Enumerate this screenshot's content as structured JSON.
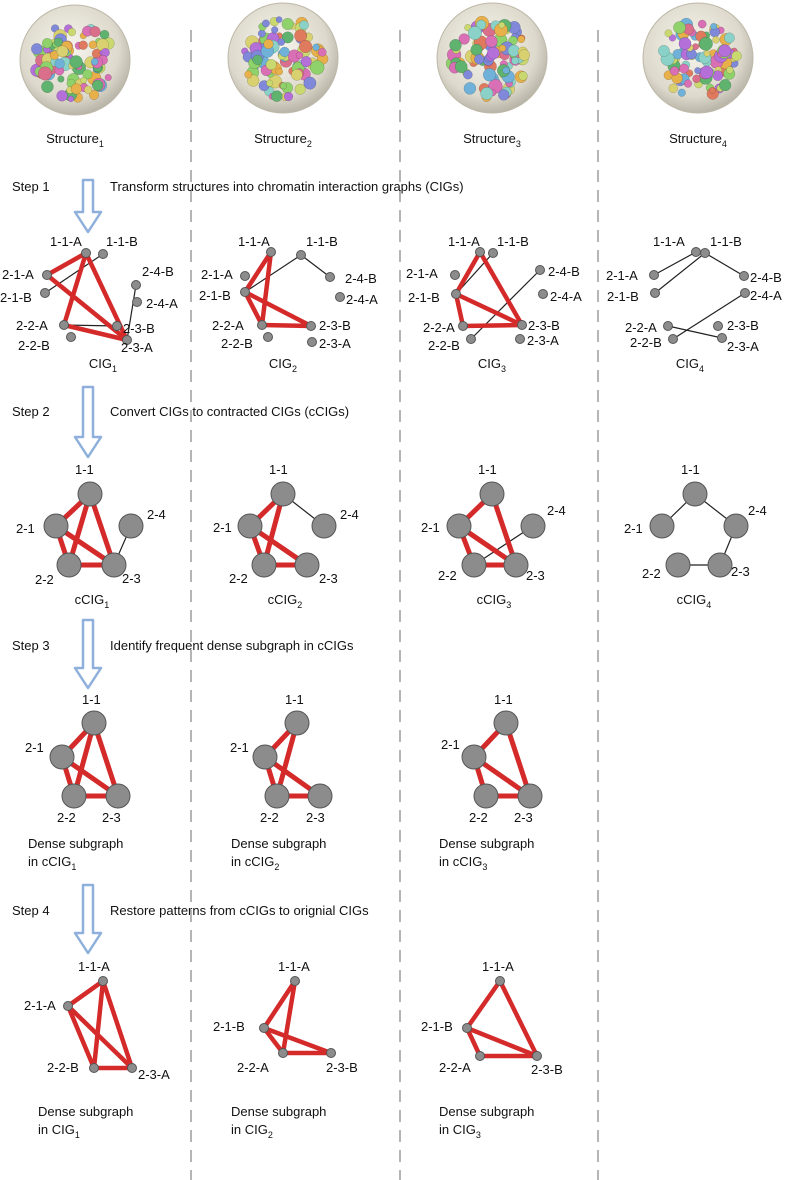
{
  "colors": {
    "node": "#8c8c8c",
    "node_stroke": "#555555",
    "dense_edge": "#d42a2a",
    "thin_edge": "#222222",
    "arrow": "#8fb0dc",
    "divider": "#b5b5b5"
  },
  "structures": [
    {
      "label": "Structure",
      "sub": "1"
    },
    {
      "label": "Structure",
      "sub": "2"
    },
    {
      "label": "Structure",
      "sub": "3"
    },
    {
      "label": "Structure",
      "sub": "4"
    }
  ],
  "steps": [
    {
      "name": "Step 1",
      "text": "Transform structures into chromatin interaction graphs (CIGs)"
    },
    {
      "name": "Step 2",
      "text": "Convert CIGs to contracted CIGs (cCIGs)"
    },
    {
      "name": "Step 3",
      "text": "Identify frequent dense subgraph in cCIGs"
    },
    {
      "name": "Step 4",
      "text": "Restore patterns from cCIGs to orignial CIGs"
    }
  ],
  "cig_node_labels": [
    "1-1-A",
    "1-1-B",
    "2-1-A",
    "2-1-B",
    "2-2-A",
    "2-2-B",
    "2-3-A",
    "2-3-B",
    "2-4-A",
    "2-4-B"
  ],
  "cig_graphs": [
    {
      "caption": "CIG",
      "sub": "1",
      "red": [
        [
          "1-1-A",
          "2-1-A"
        ],
        [
          "1-1-A",
          "2-2-A"
        ],
        [
          "1-1-A",
          "2-3-A"
        ],
        [
          "2-1-A",
          "2-3-A"
        ],
        [
          "2-2-A",
          "2-3-A"
        ]
      ],
      "black": [
        [
          "1-1-B",
          "2-1-B"
        ],
        [
          "2-2-A",
          "2-3-B"
        ],
        [
          "2-4-B",
          "2-3-A"
        ]
      ]
    },
    {
      "caption": "CIG",
      "sub": "2",
      "red": [
        [
          "1-1-A",
          "2-1-B"
        ],
        [
          "1-1-A",
          "2-2-A"
        ],
        [
          "2-1-B",
          "2-2-A"
        ],
        [
          "2-1-B",
          "2-3-B"
        ],
        [
          "2-2-A",
          "2-3-B"
        ]
      ],
      "black": [
        [
          "1-1-B",
          "2-1-B"
        ],
        [
          "1-1-B",
          "2-4-B"
        ]
      ]
    },
    {
      "caption": "CIG",
      "sub": "3",
      "red": [
        [
          "1-1-A",
          "2-1-B"
        ],
        [
          "1-1-A",
          "2-3-B"
        ],
        [
          "2-1-B",
          "2-2-A"
        ],
        [
          "2-1-B",
          "2-3-B"
        ],
        [
          "2-2-A",
          "2-3-B"
        ]
      ],
      "black": [
        [
          "1-1-B",
          "2-1-B"
        ],
        [
          "2-4-B",
          "2-2-B"
        ]
      ]
    },
    {
      "caption": "CIG",
      "sub": "4",
      "red": [],
      "black": [
        [
          "1-1-A",
          "2-1-A"
        ],
        [
          "1-1-B",
          "2-1-B"
        ],
        [
          "1-1-B",
          "2-4-B"
        ],
        [
          "2-2-A",
          "2-3-A"
        ],
        [
          "2-2-B",
          "2-4-A"
        ]
      ]
    }
  ],
  "ccig_node_labels": [
    "1-1",
    "2-1",
    "2-2",
    "2-3",
    "2-4"
  ],
  "ccig_graphs": [
    {
      "caption": "cCIG",
      "sub": "1",
      "red": [
        [
          "1-1",
          "2-1"
        ],
        [
          "1-1",
          "2-2"
        ],
        [
          "1-1",
          "2-3"
        ],
        [
          "2-1",
          "2-2"
        ],
        [
          "2-1",
          "2-3"
        ],
        [
          "2-2",
          "2-3"
        ]
      ],
      "black": [
        [
          "2-3",
          "2-4"
        ]
      ]
    },
    {
      "caption": "cCIG",
      "sub": "2",
      "red": [
        [
          "1-1",
          "2-1"
        ],
        [
          "1-1",
          "2-2"
        ],
        [
          "2-1",
          "2-2"
        ],
        [
          "2-1",
          "2-3"
        ],
        [
          "2-2",
          "2-3"
        ]
      ],
      "black": [
        [
          "1-1",
          "2-4"
        ]
      ]
    },
    {
      "caption": "cCIG",
      "sub": "3",
      "red": [
        [
          "1-1",
          "2-1"
        ],
        [
          "1-1",
          "2-3"
        ],
        [
          "2-1",
          "2-2"
        ],
        [
          "2-1",
          "2-3"
        ],
        [
          "2-2",
          "2-3"
        ]
      ],
      "black": [
        [
          "2-4",
          "2-2"
        ]
      ]
    },
    {
      "caption": "cCIG",
      "sub": "4",
      "red": [],
      "black": [
        [
          "1-1",
          "2-1"
        ],
        [
          "1-1",
          "2-4"
        ],
        [
          "2-2",
          "2-3"
        ],
        [
          "2-3",
          "2-4"
        ]
      ]
    }
  ],
  "dense_graphs": [
    {
      "line1": "Dense subgraph",
      "line2": "in cCIG",
      "sub": "1",
      "nodes": [
        "1-1",
        "2-1",
        "2-2",
        "2-3"
      ],
      "red": [
        [
          "1-1",
          "2-1"
        ],
        [
          "1-1",
          "2-2"
        ],
        [
          "1-1",
          "2-3"
        ],
        [
          "2-1",
          "2-2"
        ],
        [
          "2-1",
          "2-3"
        ],
        [
          "2-2",
          "2-3"
        ]
      ]
    },
    {
      "line1": "Dense subgraph",
      "line2": "in cCIG",
      "sub": "2",
      "nodes": [
        "1-1",
        "2-1",
        "2-2",
        "2-3"
      ],
      "red": [
        [
          "1-1",
          "2-1"
        ],
        [
          "1-1",
          "2-2"
        ],
        [
          "2-1",
          "2-2"
        ],
        [
          "2-1",
          "2-3"
        ],
        [
          "2-2",
          "2-3"
        ]
      ]
    },
    {
      "line1": "Dense subgraph",
      "line2": "in cCIG",
      "sub": "3",
      "nodes": [
        "1-1",
        "2-1",
        "2-2",
        "2-3"
      ],
      "red": [
        [
          "1-1",
          "2-1"
        ],
        [
          "1-1",
          "2-3"
        ],
        [
          "2-1",
          "2-2"
        ],
        [
          "2-1",
          "2-3"
        ],
        [
          "2-2",
          "2-3"
        ]
      ]
    }
  ],
  "restored_graphs": [
    {
      "line1": "Dense subgraph",
      "line2": "in CIG",
      "sub": "1",
      "nodes": [
        "1-1-A",
        "2-1-A",
        "2-2-B",
        "2-3-A"
      ],
      "red": [
        [
          "1-1-A",
          "2-1-A"
        ],
        [
          "1-1-A",
          "2-2-B"
        ],
        [
          "1-1-A",
          "2-3-A"
        ],
        [
          "2-1-A",
          "2-2-B"
        ],
        [
          "2-1-A",
          "2-3-A"
        ],
        [
          "2-2-B",
          "2-3-A"
        ]
      ]
    },
    {
      "line1": "Dense subgraph",
      "line2": "in CIG",
      "sub": "2",
      "nodes": [
        "1-1-A",
        "2-1-B",
        "2-2-A",
        "2-3-B"
      ],
      "red": [
        [
          "1-1-A",
          "2-1-B"
        ],
        [
          "1-1-A",
          "2-2-A"
        ],
        [
          "2-1-B",
          "2-2-A"
        ],
        [
          "2-1-B",
          "2-3-B"
        ],
        [
          "2-2-A",
          "2-3-B"
        ]
      ]
    },
    {
      "line1": "Dense subgraph",
      "line2": "in CIG",
      "sub": "3",
      "nodes": [
        "1-1-A",
        "2-1-B",
        "2-2-A",
        "2-3-B"
      ],
      "red": [
        [
          "1-1-A",
          "2-1-B"
        ],
        [
          "1-1-A",
          "2-3-B"
        ],
        [
          "2-1-B",
          "2-2-A"
        ],
        [
          "2-1-B",
          "2-3-B"
        ],
        [
          "2-2-A",
          "2-3-B"
        ]
      ]
    }
  ]
}
